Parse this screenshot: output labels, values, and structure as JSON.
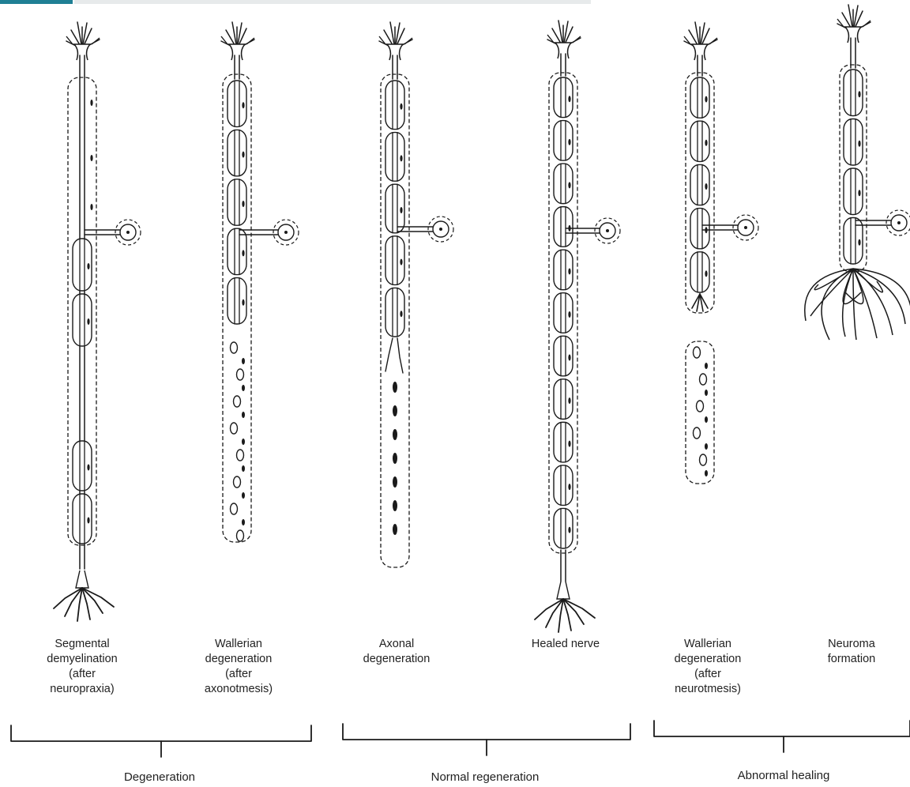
{
  "panels": [
    {
      "id": "segmental",
      "label": "Segmental\ndemyelination\n(after\nneuropraxia)"
    },
    {
      "id": "wallerian-axono",
      "label": "Wallerian\ndegeneration\n(after\naxonotmesis)"
    },
    {
      "id": "axonal",
      "label": "Axonal\ndegeneration"
    },
    {
      "id": "healed",
      "label": "Healed nerve"
    },
    {
      "id": "wallerian-neuro",
      "label": "Wallerian\ndegeneration\n(after\nneurotmesis)"
    },
    {
      "id": "neuroma",
      "label": "Neuroma\nformation"
    }
  ],
  "groups": [
    {
      "label": "Degeneration"
    },
    {
      "label": "Normal regeneration"
    },
    {
      "label": "Abnormal healing"
    }
  ]
}
